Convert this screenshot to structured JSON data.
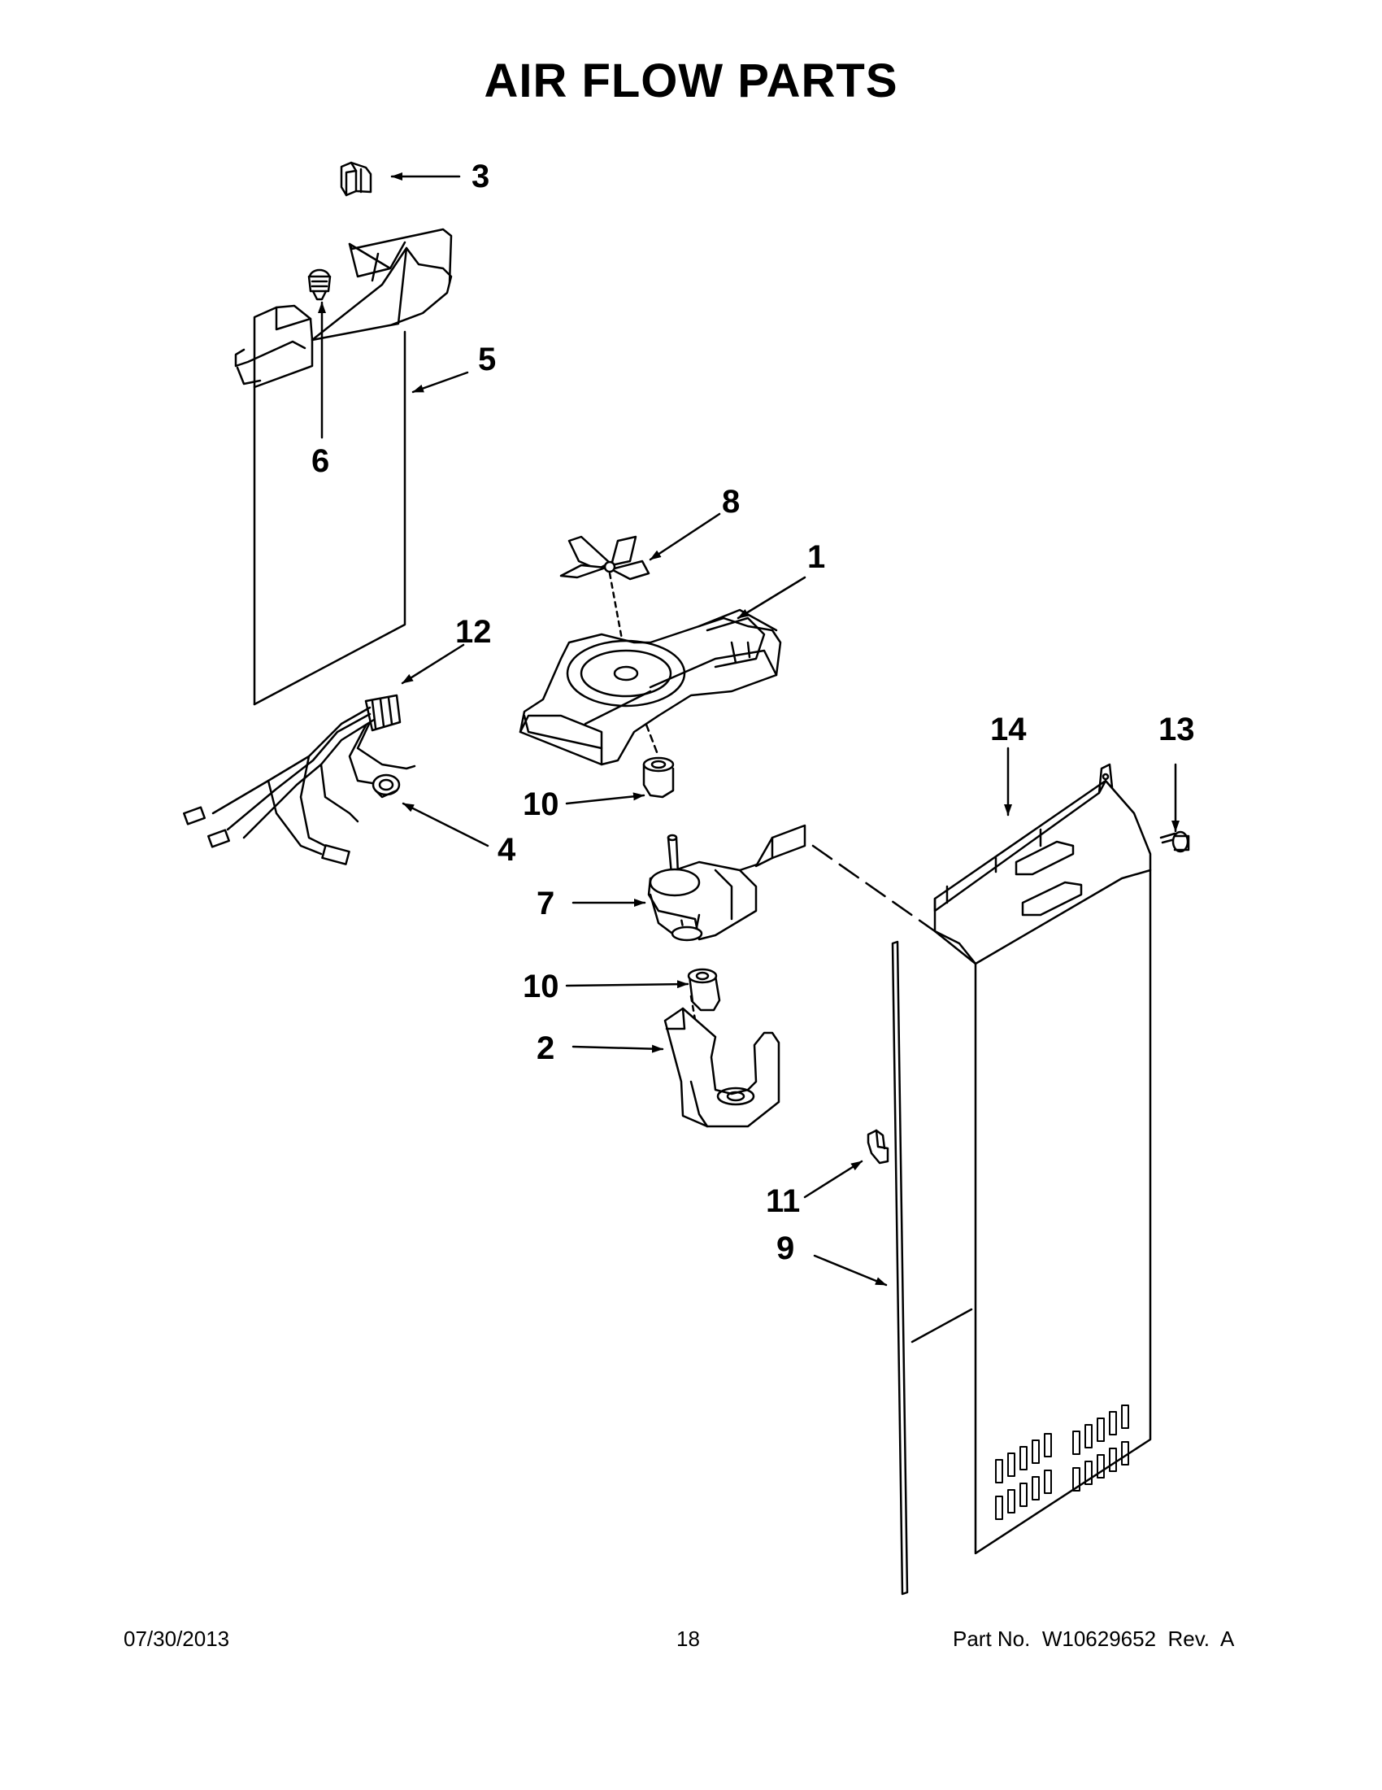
{
  "title": "AIR FLOW PARTS",
  "callouts": {
    "c1": "1",
    "c2": "2",
    "c3": "3",
    "c4": "4",
    "c5": "5",
    "c6": "6",
    "c7": "7",
    "c8": "8",
    "c9": "9",
    "c10a": "10",
    "c10b": "10",
    "c11": "11",
    "c12": "12",
    "c13": "13",
    "c14": "14"
  },
  "footer": {
    "date": "07/30/2013",
    "page": "18",
    "part": "Part No.  W10629652  Rev.  A"
  }
}
